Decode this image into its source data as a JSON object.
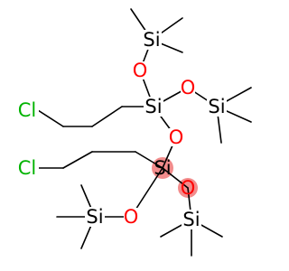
{
  "colors": {
    "silicon": "#000000",
    "oxygen": "#ff0000",
    "chlorine": "#00b300",
    "highlight": "#f28c8c",
    "bond": "#000000",
    "background": "#ffffff"
  },
  "molecule": {
    "atoms": [
      {
        "id": "si_top",
        "label": "Si",
        "element": "silicon"
      },
      {
        "id": "o_top",
        "label": "O",
        "element": "oxygen"
      },
      {
        "id": "si_upper_center",
        "label": "Si",
        "element": "silicon"
      },
      {
        "id": "o_upper_right",
        "label": "O",
        "element": "oxygen"
      },
      {
        "id": "si_upper_right",
        "label": "Si",
        "element": "silicon"
      },
      {
        "id": "o_bridge",
        "label": "O",
        "element": "oxygen"
      },
      {
        "id": "si_lower_center",
        "label": "Si",
        "element": "silicon",
        "highlighted": true
      },
      {
        "id": "o_lower_right",
        "label": "O",
        "element": "oxygen",
        "highlighted": true
      },
      {
        "id": "si_lower_right",
        "label": "Si",
        "element": "silicon"
      },
      {
        "id": "o_lower_left",
        "label": "O",
        "element": "oxygen"
      },
      {
        "id": "si_lower_left",
        "label": "Si",
        "element": "silicon"
      },
      {
        "id": "cl_upper",
        "label": "Cl",
        "element": "chlorine"
      },
      {
        "id": "cl_lower",
        "label": "Cl",
        "element": "chlorine"
      }
    ]
  }
}
